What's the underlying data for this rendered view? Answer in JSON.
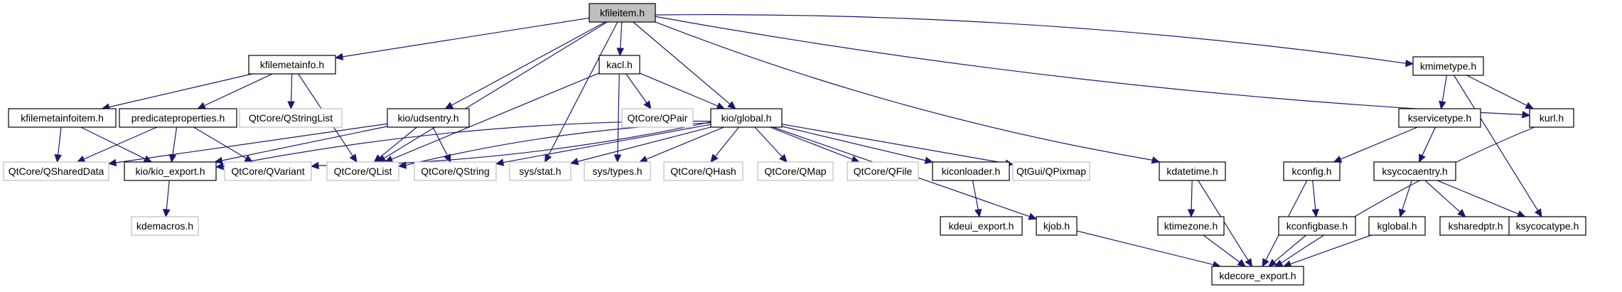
{
  "title": "kfileitem.h include dependency graph",
  "colors": {
    "edge": "#191970",
    "root_fill": "#bfbfbf",
    "documented_border": "#000000",
    "undocumented_border": "#bfbfbf",
    "node_fill": "#ffffff"
  },
  "nodes": [
    {
      "id": "kfileitem",
      "label": "kfileitem.h",
      "kind": "root"
    },
    {
      "id": "kfilemetainfo",
      "label": "kfilemetainfo.h",
      "kind": "documented"
    },
    {
      "id": "kacl",
      "label": "kacl.h",
      "kind": "documented"
    },
    {
      "id": "kmimetype",
      "label": "kmimetype.h",
      "kind": "documented"
    },
    {
      "id": "kfilemetainfoitem",
      "label": "kfilemetainfoitem.h",
      "kind": "documented"
    },
    {
      "id": "predicateproperties",
      "label": "predicateproperties.h",
      "kind": "documented"
    },
    {
      "id": "qstringlist",
      "label": "QtCore/QStringList",
      "kind": "external"
    },
    {
      "id": "udsentry",
      "label": "kio/udsentry.h",
      "kind": "documented"
    },
    {
      "id": "qpair",
      "label": "QtCore/QPair",
      "kind": "external"
    },
    {
      "id": "global",
      "label": "kio/global.h",
      "kind": "documented"
    },
    {
      "id": "kservicetype",
      "label": "kservicetype.h",
      "kind": "documented"
    },
    {
      "id": "kurl",
      "label": "kurl.h",
      "kind": "documented"
    },
    {
      "id": "qshareddata",
      "label": "QtCore/QSharedData",
      "kind": "external"
    },
    {
      "id": "kioexport",
      "label": "kio/kio_export.h",
      "kind": "documented"
    },
    {
      "id": "qvariant",
      "label": "QtCore/QVariant",
      "kind": "external"
    },
    {
      "id": "qlist",
      "label": "QtCore/QList",
      "kind": "external"
    },
    {
      "id": "qstring",
      "label": "QtCore/QString",
      "kind": "external"
    },
    {
      "id": "sysstat",
      "label": "sys/stat.h",
      "kind": "external"
    },
    {
      "id": "systypes",
      "label": "sys/types.h",
      "kind": "external"
    },
    {
      "id": "qhash",
      "label": "QtCore/QHash",
      "kind": "external"
    },
    {
      "id": "qmap",
      "label": "QtCore/QMap",
      "kind": "external"
    },
    {
      "id": "qfile",
      "label": "QtCore/QFile",
      "kind": "external"
    },
    {
      "id": "kiconloader",
      "label": "kiconloader.h",
      "kind": "documented"
    },
    {
      "id": "qpixmap",
      "label": "QtGui/QPixmap",
      "kind": "external"
    },
    {
      "id": "kdatetime",
      "label": "kdatetime.h",
      "kind": "documented"
    },
    {
      "id": "kconfig",
      "label": "kconfig.h",
      "kind": "documented"
    },
    {
      "id": "ksycocaentry",
      "label": "ksycocaentry.h",
      "kind": "documented"
    },
    {
      "id": "kdemacros",
      "label": "kdemacros.h",
      "kind": "external"
    },
    {
      "id": "kdeuiexport",
      "label": "kdeui_export.h",
      "kind": "documented"
    },
    {
      "id": "kjob",
      "label": "kjob.h",
      "kind": "documented"
    },
    {
      "id": "ktimezone",
      "label": "ktimezone.h",
      "kind": "documented"
    },
    {
      "id": "kconfigbase",
      "label": "kconfigbase.h",
      "kind": "documented"
    },
    {
      "id": "kglobal",
      "label": "kglobal.h",
      "kind": "documented"
    },
    {
      "id": "ksharedptr",
      "label": "ksharedptr.h",
      "kind": "documented"
    },
    {
      "id": "ksycocatype",
      "label": "ksycocatype.h",
      "kind": "documented"
    },
    {
      "id": "kdecoreexport",
      "label": "kdecore_export.h",
      "kind": "documented"
    }
  ],
  "edges": [
    [
      "kfileitem",
      "kfilemetainfo"
    ],
    [
      "kfileitem",
      "udsentry"
    ],
    [
      "kfileitem",
      "qlist"
    ],
    [
      "kfileitem",
      "sysstat"
    ],
    [
      "kfileitem",
      "kacl"
    ],
    [
      "kfileitem",
      "global"
    ],
    [
      "kfileitem",
      "kdatetime"
    ],
    [
      "kfileitem",
      "kmimetype"
    ],
    [
      "kfileitem",
      "kurl"
    ],
    [
      "kfilemetainfo",
      "kfilemetainfoitem"
    ],
    [
      "kfilemetainfo",
      "predicateproperties"
    ],
    [
      "kfilemetainfo",
      "qstringlist"
    ],
    [
      "kfilemetainfo",
      "qlist"
    ],
    [
      "kfilemetainfoitem",
      "qshareddata"
    ],
    [
      "kfilemetainfoitem",
      "kioexport"
    ],
    [
      "predicateproperties",
      "qshareddata"
    ],
    [
      "predicateproperties",
      "kioexport"
    ],
    [
      "predicateproperties",
      "qvariant"
    ],
    [
      "udsentry",
      "qshareddata"
    ],
    [
      "udsentry",
      "kioexport"
    ],
    [
      "udsentry",
      "qlist"
    ],
    [
      "udsentry",
      "qstring"
    ],
    [
      "kacl",
      "qlist"
    ],
    [
      "kacl",
      "systypes"
    ],
    [
      "kacl",
      "qpair"
    ],
    [
      "kacl",
      "global"
    ],
    [
      "global",
      "kioexport"
    ],
    [
      "global",
      "qvariant"
    ],
    [
      "global",
      "qlist"
    ],
    [
      "global",
      "qstring"
    ],
    [
      "global",
      "sysstat"
    ],
    [
      "global",
      "systypes"
    ],
    [
      "global",
      "qhash"
    ],
    [
      "global",
      "qmap"
    ],
    [
      "global",
      "qfile"
    ],
    [
      "global",
      "kiconloader"
    ],
    [
      "global",
      "qpixmap"
    ],
    [
      "global",
      "kjob"
    ],
    [
      "kioexport",
      "kdemacros"
    ],
    [
      "kiconloader",
      "kdeuiexport"
    ],
    [
      "kdatetime",
      "ktimezone"
    ],
    [
      "kdatetime",
      "kdecoreexport"
    ],
    [
      "ktimezone",
      "kdecoreexport"
    ],
    [
      "kjob",
      "kdecoreexport"
    ],
    [
      "kmimetype",
      "kservicetype"
    ],
    [
      "kmimetype",
      "kurl"
    ],
    [
      "kmimetype",
      "ksycocatype"
    ],
    [
      "kservicetype",
      "kconfig"
    ],
    [
      "kservicetype",
      "ksycocaentry"
    ],
    [
      "kconfig",
      "kconfigbase"
    ],
    [
      "kconfig",
      "kdecoreexport"
    ],
    [
      "kconfigbase",
      "kdecoreexport"
    ],
    [
      "ksycocaentry",
      "kglobal"
    ],
    [
      "ksycocaentry",
      "ksharedptr"
    ],
    [
      "ksycocaentry",
      "ksycocatype"
    ],
    [
      "kglobal",
      "kdecoreexport"
    ],
    [
      "kurl",
      "kdecoreexport"
    ]
  ]
}
